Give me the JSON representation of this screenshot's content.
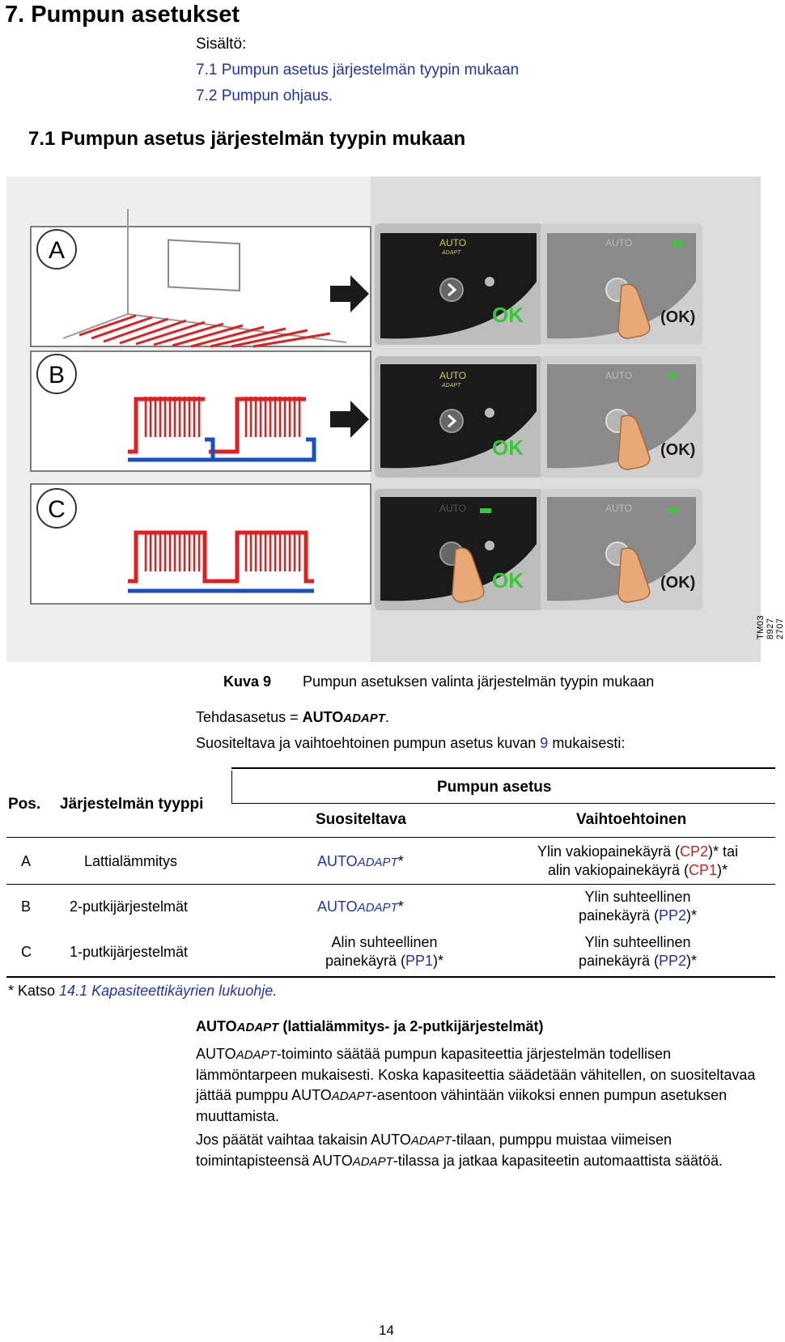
{
  "heading": "7. Pumpun asetukset",
  "toc": {
    "label": "Sisältö:",
    "items": [
      "7.1 Pumpun asetus järjestelmän tyypin mukaan",
      "7.2 Pumpun ohjaus."
    ]
  },
  "section_heading": "7.1 Pumpun asetus järjestelmän tyypin mukaan",
  "figure": {
    "rows": [
      {
        "letter": "A",
        "panel1_ok": "OK",
        "panel2_ok": "(OK)"
      },
      {
        "letter": "B",
        "panel1_ok": "OK",
        "panel2_ok": "(OK)"
      },
      {
        "letter": "C",
        "panel1_ok": "OK",
        "panel2_ok": "(OK)"
      }
    ],
    "auto_text": "AUTO",
    "adapt_text": "ADAPT",
    "code": "TM03 8927 2707",
    "colors": {
      "ok_green": "#38c838",
      "pipe_red": "#e02020",
      "pipe_blue": "#1a4fc0",
      "panel_dark": "#1a1a1a",
      "panel_grey": "#888888"
    }
  },
  "caption": {
    "label": "Kuva 9",
    "text": "Pumpun asetuksen valinta järjestelmän tyypin mukaan"
  },
  "intro": {
    "factory_prefix": "Tehdasasetus = ",
    "factory_auto": "AUTO",
    "factory_adapt": "ADAPT",
    "factory_suffix": ".",
    "recommend_prefix": "Suositeltava ja vaihtoehtoinen pumpun asetus kuvan ",
    "recommend_num": "9",
    "recommend_suffix": " mukaisesti:"
  },
  "table": {
    "col_pos": "Pos.",
    "col_type": "Järjestelmän tyyppi",
    "col_setting": "Pumpun asetus",
    "col_recommended": "Suositeltava",
    "col_alternative": "Vaihtoehtoinen",
    "rows": [
      {
        "pos": "A",
        "type": "Lattialämmitys",
        "rec_auto": "AUTO",
        "rec_adapt": "ADAPT",
        "rec_star": "*",
        "alt_l1a": "Ylin vakiopainekäyrä (",
        "alt_l1code": "CP2",
        "alt_l1b": ")* tai",
        "alt_l2a": "alin vakiopainekäyrä (",
        "alt_l2code": "CP1",
        "alt_l2b": ")*"
      },
      {
        "pos": "B",
        "type": "2-putkijärjestelmät",
        "rec_auto": "AUTO",
        "rec_adapt": "ADAPT",
        "rec_star": "*",
        "alt_l1": "Ylin suhteellinen",
        "alt_l2a": "painekäyrä (",
        "alt_l2code": "PP2",
        "alt_l2b": ")*"
      },
      {
        "pos": "C",
        "type": "1-putkijärjestelmät",
        "rec_l1": "Alin suhteellinen",
        "rec_l2a": "painekäyrä (",
        "rec_l2code": "PP1",
        "rec_l2b": ")*",
        "alt_l1": "Ylin suhteellinen",
        "alt_l2a": "painekäyrä (",
        "alt_l2code": "PP2",
        "alt_l2b": ")*"
      }
    ],
    "footnote_prefix": "* Katso ",
    "footnote_link": "14.1 Kapasiteettikäyrien lukuohje."
  },
  "autoadapt_section": {
    "heading_auto": "AUTO",
    "heading_adapt": "ADAPT",
    "heading_rest": " (lattialämmitys- ja 2-putkijärjestelmät)",
    "p1": {
      "a": "AUTO",
      "b": "ADAPT",
      "c": "-toiminto säätää pumpun kapasiteettia järjestelmän todellisen lämmöntarpeen mukaisesti. Koska kapasiteettia säädetään vähitellen, on suositeltavaa jättää pumppu ",
      "d": "AUTO",
      "e": "ADAPT",
      "f": "-asentoon vähintään viikoksi ennen pumpun asetuksen muuttamista."
    },
    "p2": {
      "a": "Jos päätät vaihtaa takaisin ",
      "b": "AUTO",
      "c": "ADAPT",
      "d": "-tilaan, pumppu muistaa viimeisen toimintapisteensä ",
      "e": "AUTO",
      "f": "ADAPT",
      "g": "-tilassa ja jatkaa kapasiteetin automaattista säätöä."
    }
  },
  "page_number": "14"
}
